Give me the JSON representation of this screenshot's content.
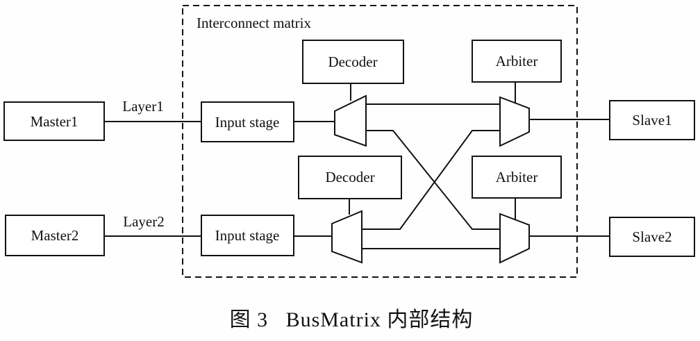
{
  "frame_title": "Interconnect matrix",
  "masters": [
    "Master1",
    "Master2"
  ],
  "layers": [
    "Layer1",
    "Layer2"
  ],
  "input_stages": [
    "Input stage",
    "Input stage"
  ],
  "decoders": [
    "Decoder",
    "Decoder"
  ],
  "arbiters": [
    "Arbiter",
    "Arbiter"
  ],
  "slaves": [
    "Slave1",
    "Slave2"
  ],
  "caption": "图 3   BusMatrix 内部结构"
}
